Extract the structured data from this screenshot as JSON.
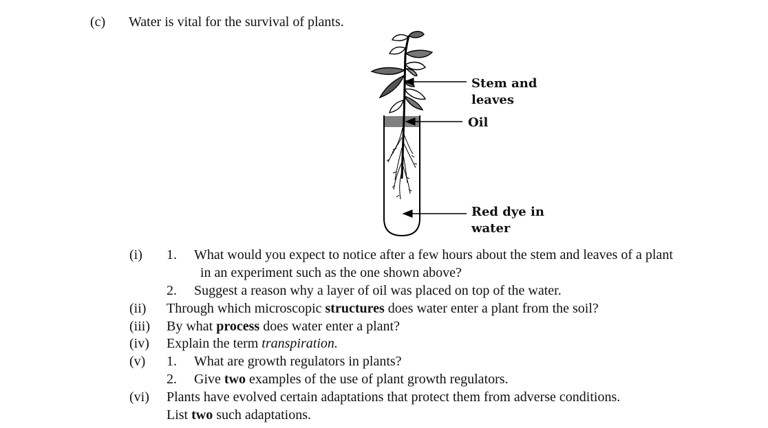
{
  "question": {
    "part_label": "(c)",
    "stem": "Water is vital for the survival of plants."
  },
  "diagram": {
    "labels": {
      "stem_leaves_1": "Stem and",
      "stem_leaves_2": "leaves",
      "oil": "Oil",
      "dye_1": "Red dye in",
      "dye_2": "water"
    }
  },
  "subquestions": {
    "i": {
      "num": "(i)",
      "q1_num": "1.",
      "q1_line1": "What would you expect to notice after a few hours about the stem and leaves of a plant",
      "q1_line2": "in an experiment such as the one shown above?",
      "q2_num": "2.",
      "q2_text": "Suggest a reason why a layer of oil was placed on top of the water."
    },
    "ii": {
      "num": "(ii)",
      "pre": "Through which microscopic ",
      "bold": "structures",
      "post": " does water enter a plant from the soil?"
    },
    "iii": {
      "num": "(iii)",
      "pre": "By what ",
      "bold": "process",
      "post": " does water enter a plant?"
    },
    "iv": {
      "num": "(iv)",
      "pre": "Explain the term ",
      "italic": "transpiration."
    },
    "v": {
      "num": "(v)",
      "q1_num": "1.",
      "q1_text": "What are growth regulators in plants?",
      "q2_num": "2.",
      "q2_pre": "Give ",
      "q2_bold": "two",
      "q2_post": " examples of the use of plant growth regulators."
    },
    "vi": {
      "num": "(vi)",
      "line1": "Plants have evolved certain adaptations that protect them from adverse conditions.",
      "line2_pre": "List ",
      "line2_bold": "two",
      "line2_post": " such adaptations."
    }
  }
}
